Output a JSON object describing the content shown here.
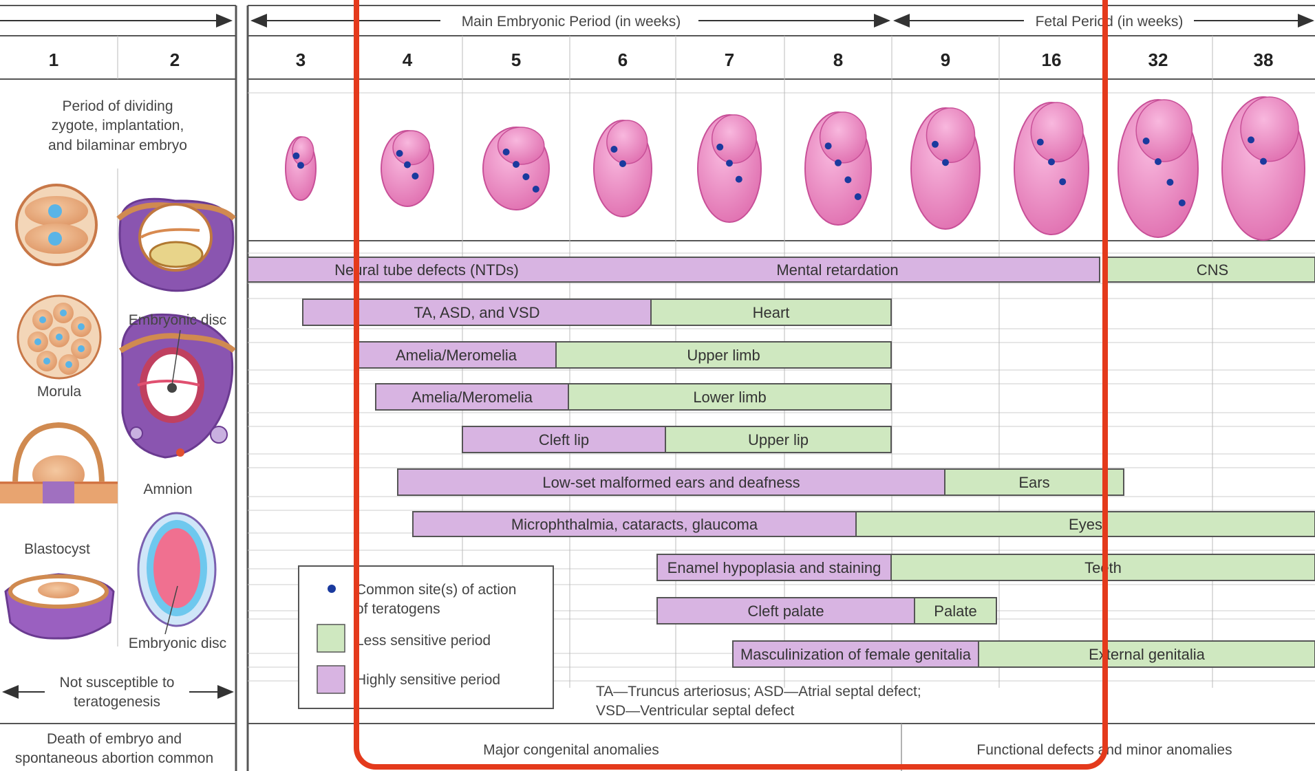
{
  "header": {
    "main_period_label": "Main Embryonic Period (in weeks)",
    "fetal_period_label": "Fetal Period (in weeks)",
    "weeks": [
      "1",
      "2",
      "3",
      "4",
      "5",
      "6",
      "7",
      "8",
      "9",
      "16",
      "32",
      "38"
    ]
  },
  "pre_embryonic": {
    "period_text": [
      "Period of dividing",
      "zygote, implantation,",
      "and bilaminar embryo"
    ],
    "labels": {
      "embryonic_disc_1": "Embryonic disc",
      "morula": "Morula",
      "amnion": "Amnion",
      "blastocyst": "Blastocyst",
      "embryonic_disc_2": "Embryonic disc"
    },
    "not_susceptible": [
      "Not susceptible to",
      "teratogenesis"
    ],
    "outcome": [
      "Death of embryo and",
      "spontaneous abortion common"
    ]
  },
  "organ_bars": [
    {
      "high": "Neural tube defects (NTDs)",
      "high2": "Mental retardation",
      "low": "CNS"
    },
    {
      "high": "TA, ASD, and VSD",
      "low": "Heart"
    },
    {
      "high": "Amelia/Meromelia",
      "low": "Upper limb"
    },
    {
      "high": "Amelia/Meromelia",
      "low": "Lower limb"
    },
    {
      "high": "Cleft lip",
      "low": "Upper lip"
    },
    {
      "high": "Low-set malformed ears and deafness",
      "low": "Ears"
    },
    {
      "high": "Microphthalmia, cataracts, glaucoma",
      "low": "Eyes"
    },
    {
      "high": "Enamel hypoplasia and staining",
      "low": "Teeth"
    },
    {
      "high": "Cleft palate",
      "low": "Palate"
    },
    {
      "high": "Masculinization of female genitalia",
      "low": "External genitalia"
    }
  ],
  "legend": {
    "dot_label": [
      "Common site(s) of action",
      "of teratogens"
    ],
    "less_sensitive": "Less sensitive period",
    "highly_sensitive": "Highly sensitive period"
  },
  "abbreviations": [
    "TA—Truncus arteriosus; ASD—Atrial septal defect;",
    "VSD—Ventricular septal defect"
  ],
  "outcomes": {
    "major": "Major congenital anomalies",
    "functional": "Functional defects and minor anomalies"
  },
  "colors": {
    "highly_sensitive": "#d8b4e2",
    "less_sensitive": "#cfe8c0",
    "teratogen_dot": "#1a3a9e",
    "embryo": "#ef8fc8",
    "highlight_frame": "#e43a1c"
  }
}
